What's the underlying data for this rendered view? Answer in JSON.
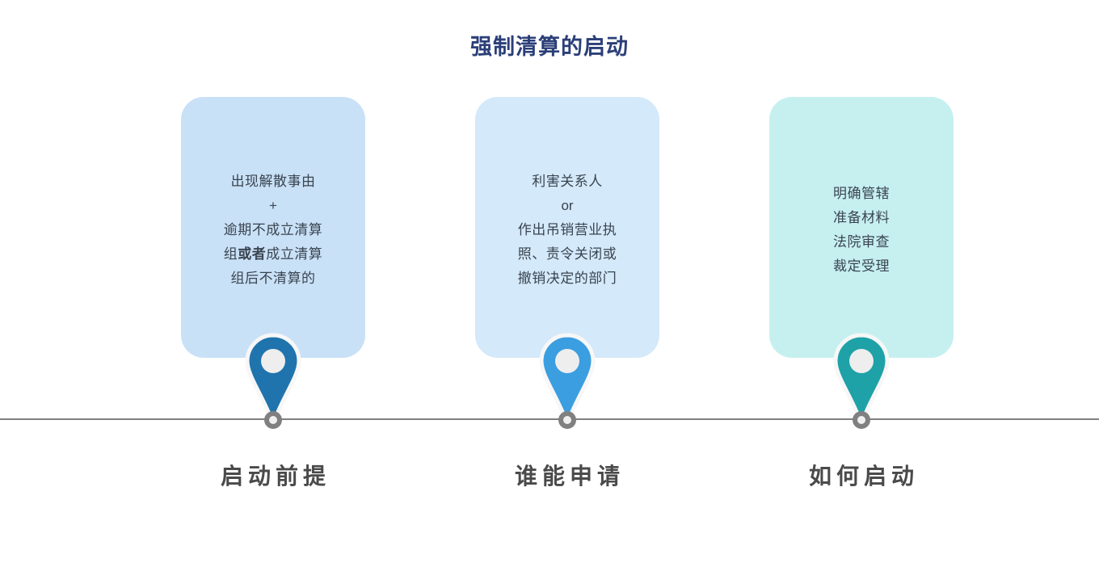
{
  "title": "强制清算的启动",
  "theme": {
    "title_color": "#2b3f78",
    "line_color": "#808080",
    "node_color": "#808080",
    "label_color": "#4a4a4a",
    "card_text_color": "#3a4450",
    "background": "#ffffff"
  },
  "timeline": {
    "steps": [
      {
        "id": "step-1",
        "label": "启动前提",
        "card_color": "#c9e1f7",
        "pin_color": "#1f74ad",
        "card_lines": [
          {
            "text": "出现解散事由"
          },
          {
            "text": "+"
          },
          {
            "text": "逾期不成立清算"
          },
          {
            "pre": "组",
            "strong": "或者",
            "post": "成立清算"
          },
          {
            "text": "组后不清算的"
          }
        ]
      },
      {
        "id": "step-2",
        "label": "谁能申请",
        "card_color": "#d4e9f9",
        "pin_color": "#3b9ee0",
        "card_lines": [
          {
            "text": "利害关系人"
          },
          {
            "text": "or"
          },
          {
            "text": "作出吊销营业执"
          },
          {
            "text": "照、责令关闭或"
          },
          {
            "text": "撤销决定的部门"
          }
        ]
      },
      {
        "id": "step-3",
        "label": "如何启动",
        "card_color": "#c6f0f0",
        "pin_color": "#1ea2a8",
        "card_lines": [
          {
            "text": "明确管辖"
          },
          {
            "text": "准备材料"
          },
          {
            "text": "法院审查"
          },
          {
            "text": "裁定受理"
          }
        ]
      }
    ]
  }
}
